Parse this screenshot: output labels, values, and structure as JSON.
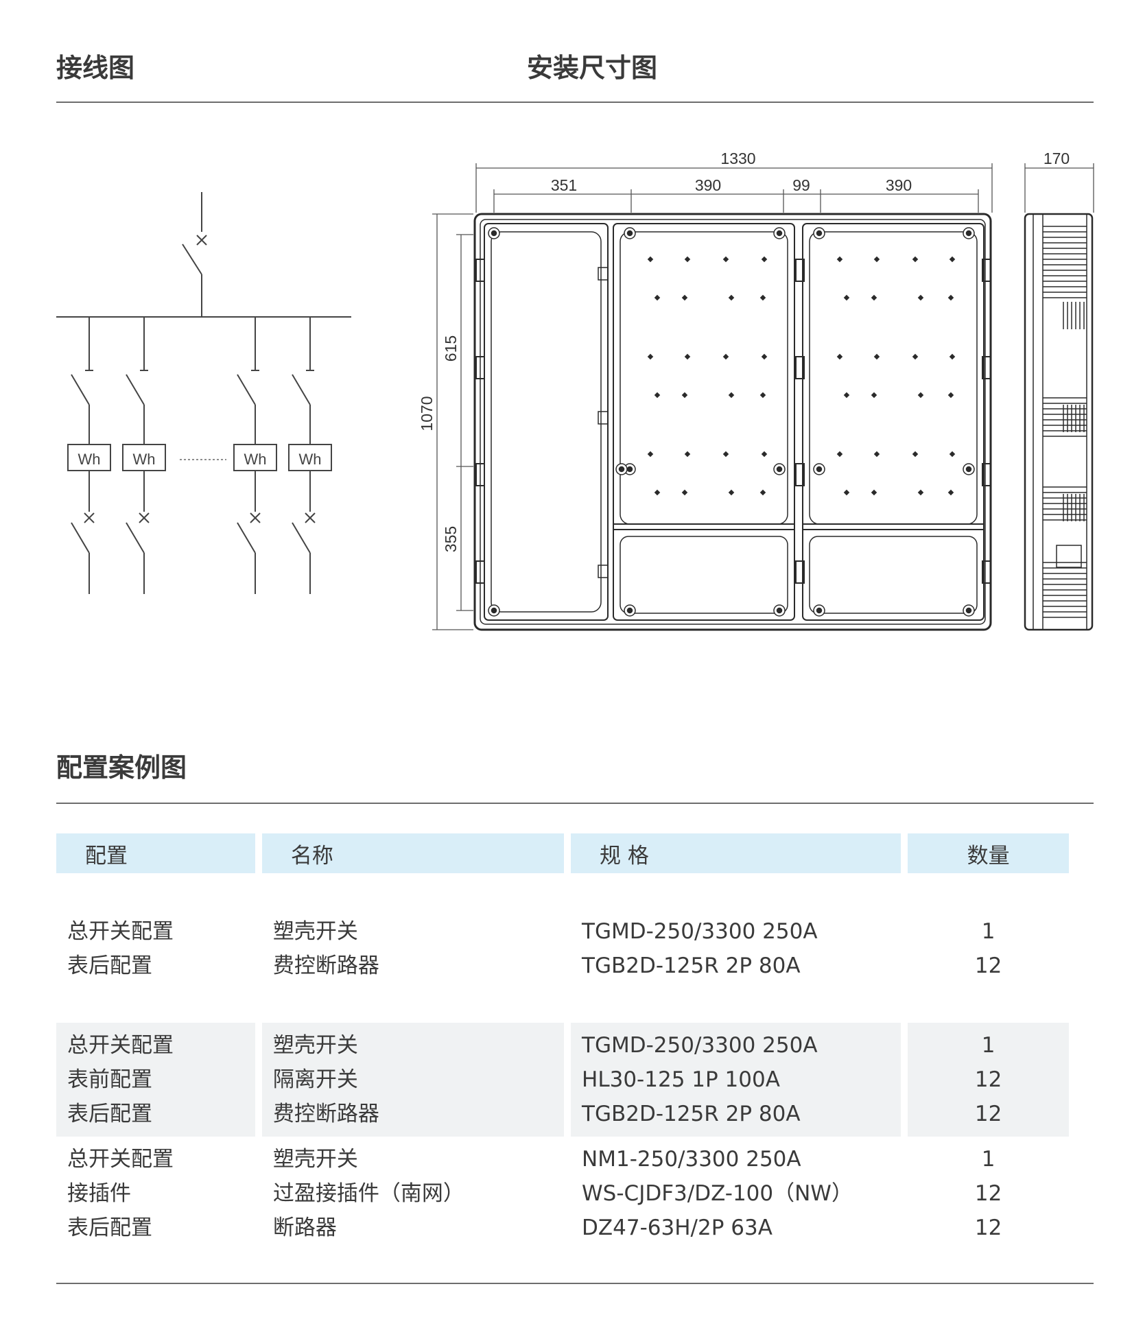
{
  "headings": {
    "wiring": "接线图",
    "install": "安装尺寸图",
    "config": "配置案例图"
  },
  "wiring_diagram": {
    "meter_label": "Wh"
  },
  "install_dimensions": {
    "total_width": "1330",
    "seg_1": "351",
    "seg_2": "390",
    "seg_3": "99",
    "seg_4": "390",
    "depth": "170",
    "height": "1070",
    "upper": "615",
    "lower": "355"
  },
  "table": {
    "headers": [
      "配置",
      "名称",
      "规 格",
      "数量"
    ],
    "groups": [
      {
        "rows": [
          [
            "总开关配置",
            "塑壳开关",
            "TGMD-250/3300 250A",
            "1"
          ],
          [
            "表后配置",
            "费控断路器",
            "TGB2D-125R 2P 80A",
            "12"
          ]
        ]
      },
      {
        "rows": [
          [
            "总开关配置",
            "塑壳开关",
            "TGMD-250/3300 250A",
            "1"
          ],
          [
            "表前配置",
            "隔离开关",
            "HL30-125 1P 100A",
            "12"
          ],
          [
            "表后配置",
            "费控断路器",
            "TGB2D-125R 2P 80A",
            "12"
          ]
        ]
      },
      {
        "rows": [
          [
            "总开关配置",
            "塑壳开关",
            "NM1-250/3300 250A",
            "1"
          ],
          [
            "接插件",
            "过盈接插件（南网）",
            "WS-CJDF3/DZ-100（NW）",
            "12"
          ],
          [
            "表后配置",
            "断路器",
            "DZ47-63H/2P 63A",
            "12"
          ]
        ]
      }
    ]
  }
}
